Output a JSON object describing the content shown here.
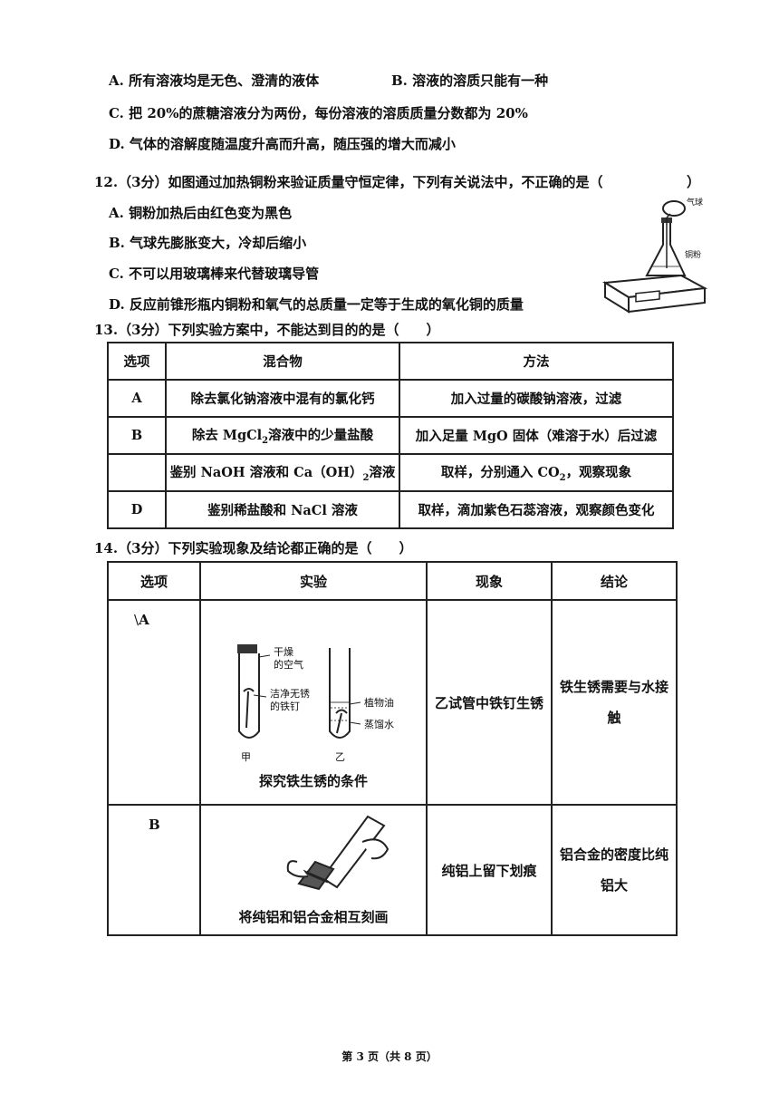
{
  "q11_options": [
    "A. 所有溶液均是无色、澄清的液体",
    "B. 溶液的溶质只能有一种",
    "C. 把 20%的蔗糖溶液分为两份，每份溶液的溶质质量分数都为 20%",
    "D. 气体的溶解度随温度升高而升高，随压强的增大而减小"
  ],
  "q12": {
    "stem": "12.（3分）如图通过加热铜粉来验证质量守恒定律，下列有关说法中，不正确的是（",
    "paren_close": "）",
    "options": [
      "A. 铜粉加热后由红色变为黑色",
      "B. 气球先膨胀变大，冷却后缩小",
      "C. 不可以用玻璃棒来代替玻璃导管",
      "D. 反应前锥形瓶内铜粉和氧气的总质量一定等于生成的氧化铜的质量"
    ],
    "figure_labels": {
      "balloon": "气球",
      "copper": "铜粉"
    }
  },
  "q13": {
    "stem": "13.（3分）下列实验方案中，不能达到目的的是（　　）",
    "headers": [
      "选项",
      "混合物",
      "方法"
    ],
    "rows": [
      {
        "opt": "A",
        "mixture": "除去氯化钠溶液中混有的氯化钙",
        "method": "加入过量的碳酸钠溶液，过滤"
      },
      {
        "opt": "B",
        "mixture_pre": "除去 MgCl",
        "mixture_sub": "2",
        "mixture_post": "溶液中的少量盐酸",
        "method": "加入足量 MgO 固体（难溶于水）后过滤"
      },
      {
        "opt": "",
        "mixture_pre": "鉴别 NaOH 溶液和 Ca（OH）",
        "mixture_sub": "2",
        "mixture_post": "溶液",
        "method_pre": "取样，分别通入 CO",
        "method_sub": "2",
        "method_post": "，观察现象"
      },
      {
        "opt": "D",
        "mixture": "鉴别稀盐酸和 NaCl 溶液",
        "method": "取样，滴加紫色石蕊溶液，观察颜色变化"
      }
    ]
  },
  "q14": {
    "stem": "14.（3分）下列实验现象及结论都正确的是（　　）",
    "headers": [
      "选项",
      "实验",
      "现象",
      "结论"
    ],
    "row_a": {
      "opt": "A",
      "mark": "\\",
      "labels": {
        "dry_air": "干燥\n的空气",
        "clean_nail": "洁净无锈\n的铁钉",
        "oil": "植物油",
        "water": "蒸馏水",
        "tube1": "甲",
        "tube2": "乙"
      },
      "caption": "探究铁生锈的条件",
      "phenomenon": "乙试管中铁钉生锈",
      "conclusion": "铁生锈需要与水接触"
    },
    "row_b": {
      "opt": "B",
      "caption": "将纯铝和铝合金相互刻画",
      "phenomenon": "纯铝上留下划痕",
      "conclusion": "铝合金的密度比纯铝大"
    }
  },
  "footer": "第 3 页（共 8 页）"
}
